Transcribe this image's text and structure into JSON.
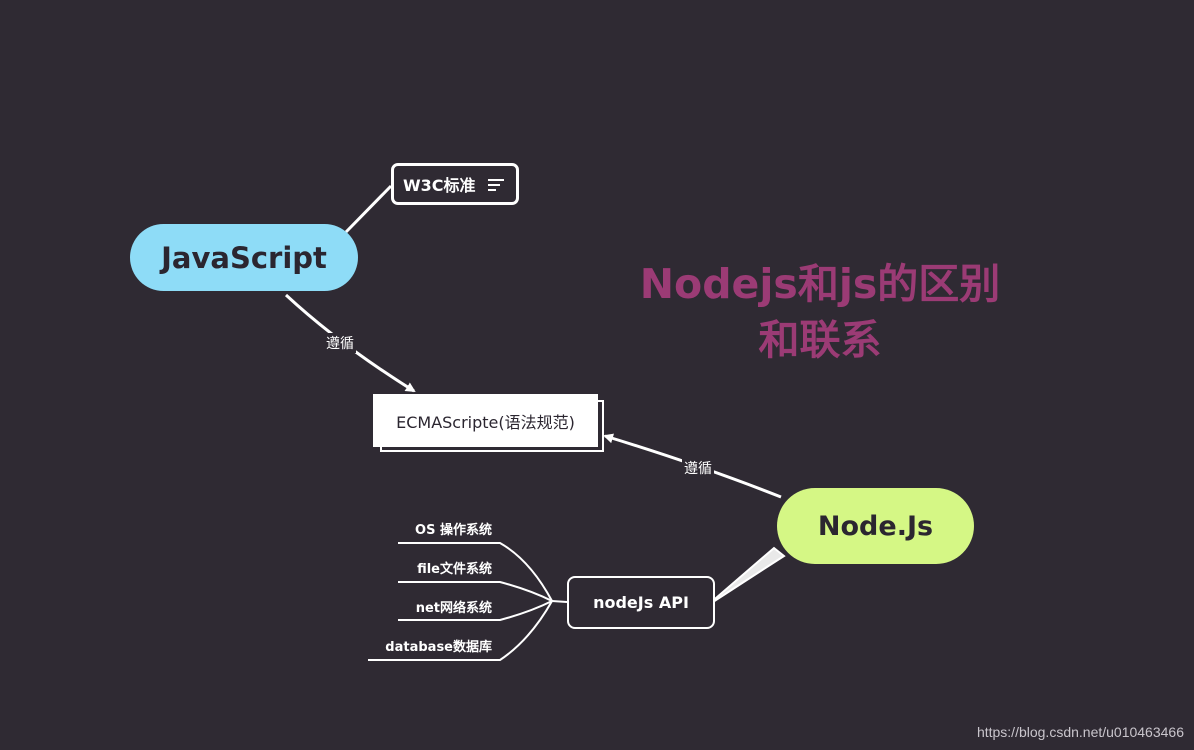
{
  "nodes": {
    "javascript": "JavaScript",
    "w3c": "W3C标准",
    "ecma": "ECMAScripte(语法规范)",
    "nodejs": "Node.Js",
    "api": "nodeJs API"
  },
  "edges": {
    "js_to_ecma_label": "遵循",
    "nodejs_to_ecma_label": "遵循"
  },
  "api_children": [
    "OS 操作系统",
    "file文件系统",
    "net网络系统",
    "database数据库"
  ],
  "title": {
    "line1": "Nodejs和js的区别",
    "line2": "和联系"
  },
  "watermark": "https://blog.csdn.net/u010463466",
  "colors": {
    "background": "#2f2a33",
    "javascript_node": "#8edcf7",
    "nodejs_node": "#d5f785",
    "title": "#9b3b75"
  }
}
